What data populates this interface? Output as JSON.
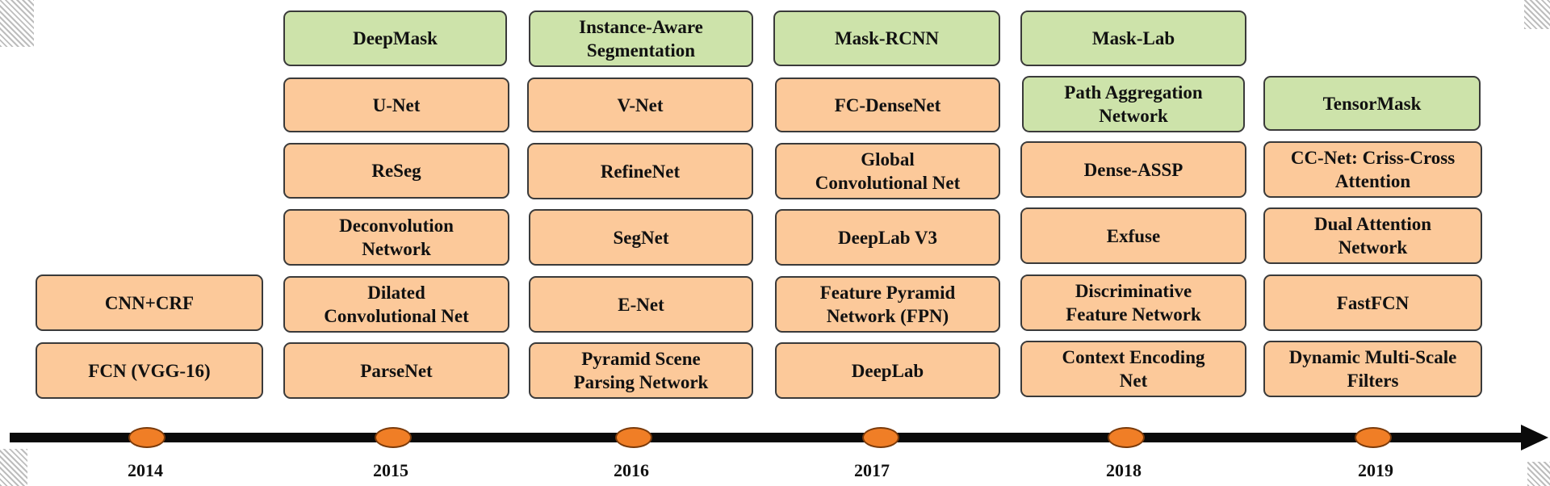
{
  "years": [
    "2014",
    "2015",
    "2016",
    "2017",
    "2018",
    "2019"
  ],
  "columns": [
    {
      "year": "2014",
      "boxes": [
        {
          "label": "CNN+CRF",
          "kind": "semantic"
        },
        {
          "label": "FCN (VGG-16)",
          "kind": "semantic"
        }
      ]
    },
    {
      "year": "2015",
      "boxes": [
        {
          "label": "DeepMask",
          "kind": "instance"
        },
        {
          "label": "U-Net",
          "kind": "semantic"
        },
        {
          "label": "ReSeg",
          "kind": "semantic"
        },
        {
          "label": "Deconvolution\nNetwork",
          "kind": "semantic"
        },
        {
          "label": "Dilated\nConvolutional Net",
          "kind": "semantic"
        },
        {
          "label": "ParseNet",
          "kind": "semantic"
        }
      ]
    },
    {
      "year": "2016",
      "boxes": [
        {
          "label": "Instance-Aware\nSegmentation",
          "kind": "instance"
        },
        {
          "label": "V-Net",
          "kind": "semantic"
        },
        {
          "label": "RefineNet",
          "kind": "semantic"
        },
        {
          "label": "SegNet",
          "kind": "semantic"
        },
        {
          "label": "E-Net",
          "kind": "semantic"
        },
        {
          "label": "Pyramid Scene\nParsing Network",
          "kind": "semantic"
        }
      ]
    },
    {
      "year": "2017",
      "boxes": [
        {
          "label": "Mask-RCNN",
          "kind": "instance"
        },
        {
          "label": "FC-DenseNet",
          "kind": "semantic"
        },
        {
          "label": "Global\nConvolutional Net",
          "kind": "semantic"
        },
        {
          "label": "DeepLab V3",
          "kind": "semantic"
        },
        {
          "label": "Feature Pyramid\nNetwork (FPN)",
          "kind": "semantic"
        },
        {
          "label": "DeepLab",
          "kind": "semantic"
        }
      ]
    },
    {
      "year": "2018",
      "boxes": [
        {
          "label": "Mask-Lab",
          "kind": "instance"
        },
        {
          "label": "Path Aggregation\nNetwork",
          "kind": "instance"
        },
        {
          "label": "Dense-ASSP",
          "kind": "semantic"
        },
        {
          "label": "Exfuse",
          "kind": "semantic"
        },
        {
          "label": "Discriminative\nFeature Network",
          "kind": "semantic"
        },
        {
          "label": "Context Encoding\nNet",
          "kind": "semantic"
        }
      ]
    },
    {
      "year": "2019",
      "boxes": [
        {
          "label": "TensorMask",
          "kind": "instance"
        },
        {
          "label": "CC-Net: Criss-Cross\nAttention",
          "kind": "semantic"
        },
        {
          "label": "Dual Attention\nNetwork",
          "kind": "semantic"
        },
        {
          "label": "FastFCN",
          "kind": "semantic"
        },
        {
          "label": "Dynamic Multi-Scale\nFilters",
          "kind": "semantic"
        }
      ]
    }
  ],
  "colors": {
    "semantic_fill": "#fcc99a",
    "instance_fill": "#cde3aa",
    "box_border": "#3a3a3a",
    "marker_fill": "#f07e26",
    "axis": "#0a0a0a"
  }
}
